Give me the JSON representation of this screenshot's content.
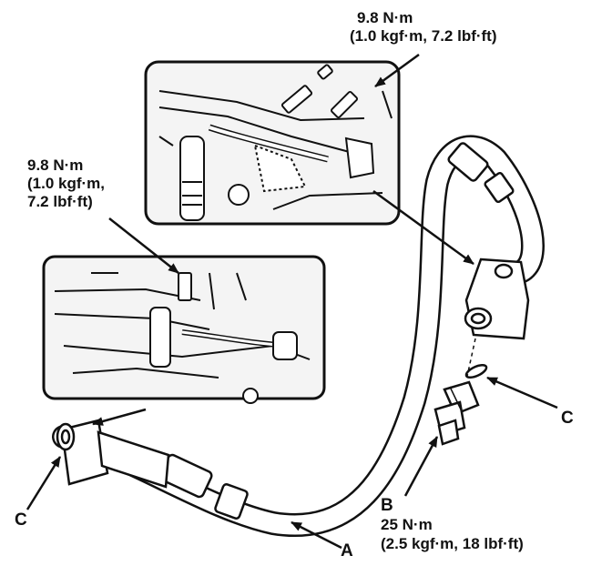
{
  "callouts": {
    "top_right": {
      "line1": "9.8 N·m",
      "line2": "(1.0 kgf·m, 7.2 lbf·ft)"
    },
    "left": {
      "line1": "9.8 N·m",
      "line2": "(1.0 kgf·m,",
      "line3": "7.2 lbf·ft)"
    },
    "switch": {
      "letter": "B",
      "line1": "25 N·m",
      "line2": "(2.5 kgf·m, 18 lbf·ft)"
    }
  },
  "labels": {
    "a": "A",
    "c_left": "C",
    "c_right": "C"
  },
  "colors": {
    "ink": "#111111",
    "paper": "#ffffff",
    "detail_fill": "#f4f4f4"
  }
}
